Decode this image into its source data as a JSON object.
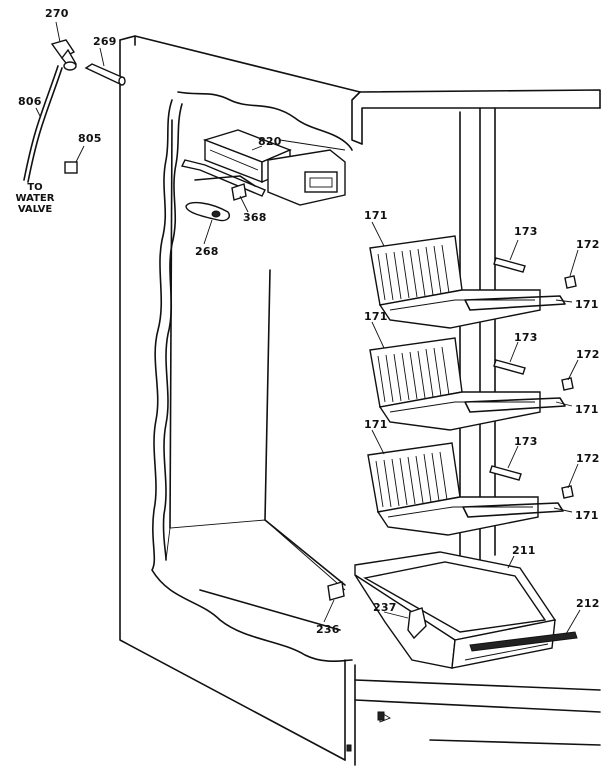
{
  "diagram": {
    "labels": {
      "p270": "270",
      "p269": "269",
      "p806": "806",
      "p805": "805",
      "p820": "820",
      "p368": "368",
      "p268": "268",
      "p171a": "171",
      "p173a": "173",
      "p172a": "172",
      "p171b": "171",
      "p171c": "171",
      "p173b": "173",
      "p172b": "172",
      "p171d": "171",
      "p171e": "171",
      "p173c": "173",
      "p172c": "172",
      "p171f": "171",
      "p211": "211",
      "p212": "212",
      "p237": "237",
      "p236": "236"
    },
    "note_lines": [
      "TO",
      "WATER",
      "VALVE"
    ]
  },
  "colors": {
    "ink": "#111111",
    "paper": "#ffffff"
  }
}
